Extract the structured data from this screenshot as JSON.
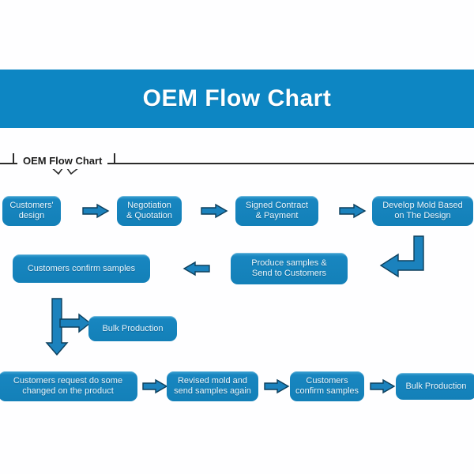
{
  "page": {
    "background_color": "#fefeff",
    "accent_color": "#0d86c3",
    "node_fill_color": "#1380b8",
    "arrow_fill_color": "#1b82bd",
    "arrow_stroke_color": "#0d4a6b",
    "text_color": "#eaf6fc"
  },
  "banner": {
    "title": "OEM Flow Chart"
  },
  "legend": {
    "label": "OEM Flow Chart"
  },
  "chart_data": {
    "type": "diagram",
    "title": "OEM Flow Chart",
    "orientation": "left-to-right, top-to-bottom",
    "rows": [
      {
        "row": 1,
        "nodes": [
          "Customers' design",
          "Negotiation & Quotation",
          "Signed Contract & Payment",
          "Develop Mold Based on The Design"
        ]
      },
      {
        "row": 2,
        "nodes": [
          "Customers confirm samples",
          "Produce samples & Send to Customers"
        ]
      },
      {
        "row": 3,
        "nodes": [
          "Bulk Production"
        ]
      },
      {
        "row": 4,
        "nodes": [
          "Customers request do some changed on the product",
          "Revised mold and send samples again",
          "Customers confirm samples",
          "Bulk Production"
        ]
      }
    ]
  },
  "nodes": {
    "customers_design": {
      "line1": "Customers'",
      "line2": "design"
    },
    "negotiation_quotation": {
      "line1": "Negotiation",
      "line2": "& Quotation"
    },
    "signed_contract": {
      "line1": "Signed Contract",
      "line2": "& Payment"
    },
    "develop_mold": {
      "line1": "Develop Mold Based",
      "line2": "on The Design"
    },
    "customers_confirm_samples": {
      "line1": "Customers confirm samples"
    },
    "produce_samples": {
      "line1": "Produce samples &",
      "line2": "Send to Customers"
    },
    "bulk_production_mid": {
      "line1": "Bulk Production"
    },
    "customers_request_change": {
      "line1": "Customers request do some",
      "line2": "changed on the product"
    },
    "revised_mold": {
      "line1": "Revised mold and",
      "line2": "send samples again"
    },
    "customers_confirm_samples_2": {
      "line1": "Customers",
      "line2": "confirm samples"
    },
    "bulk_production_end": {
      "line1": "Bulk Production"
    }
  },
  "connectors": {
    "a1": "arrow-right",
    "a2": "arrow-right",
    "a3": "arrow-right",
    "elbow": "arrow-elbow-down-left",
    "a4": "arrow-left",
    "branch": "arrow-tee-down-right",
    "a5": "arrow-right",
    "a6": "arrow-right",
    "a7": "arrow-right"
  }
}
